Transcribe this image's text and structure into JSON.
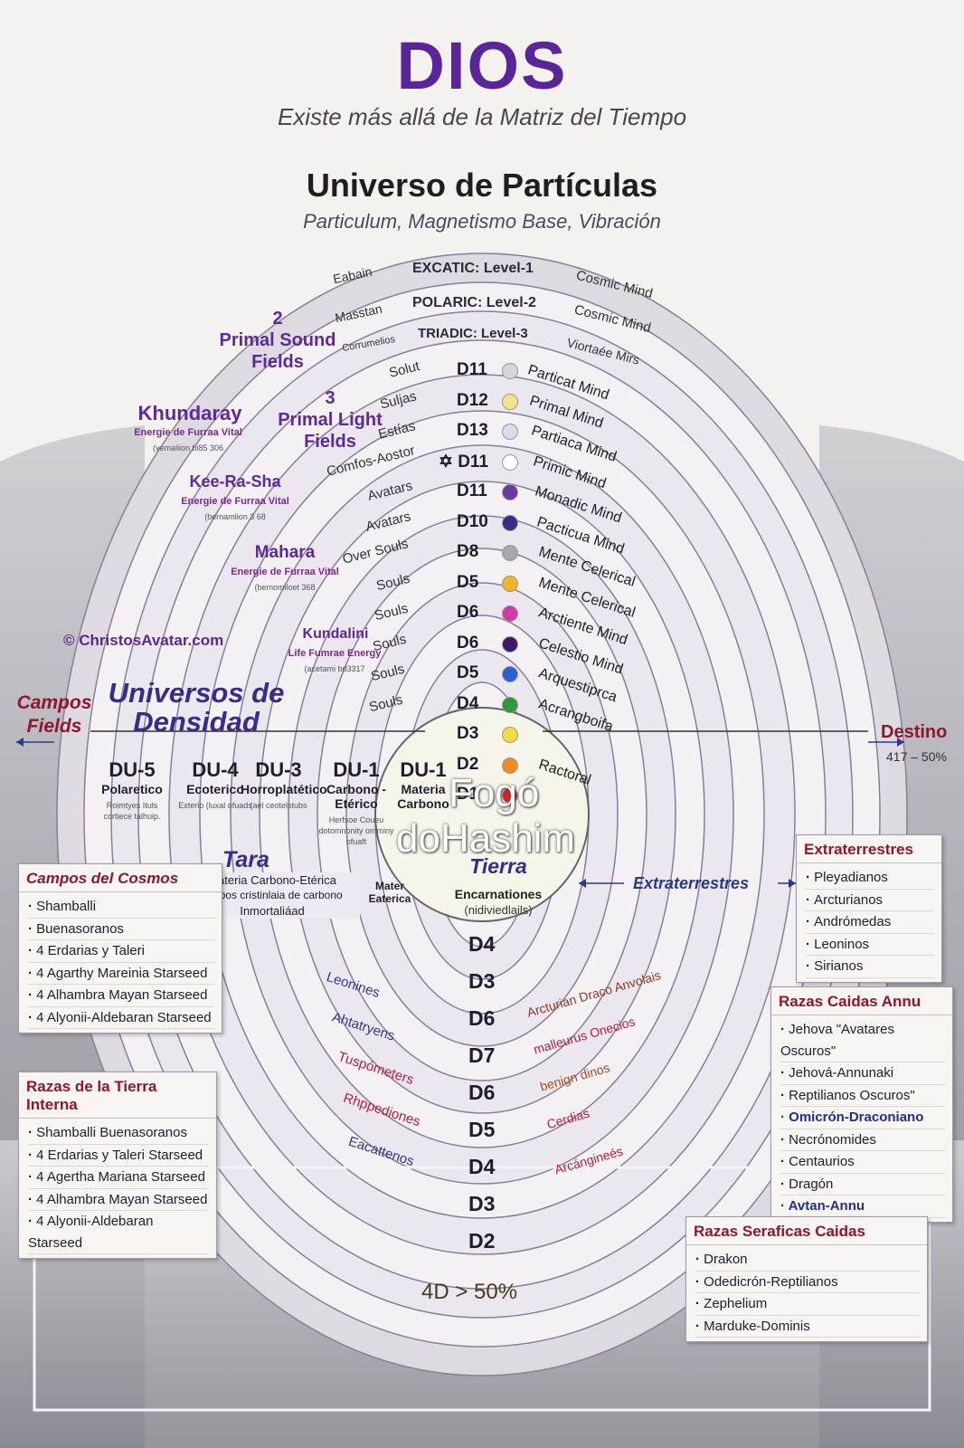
{
  "header": {
    "title": "DIOS",
    "subtitle": "Existe más allá de la Matriz del Tiempo",
    "universe_title": "Universo de Partículas",
    "universe_subtitle": "Particulum, Magnetismo Base, Vibración"
  },
  "levels": [
    {
      "label": "EXCATIC: Level-1",
      "left": "Eabain",
      "right": "Cosmic Mind"
    },
    {
      "label": "POLARIC: Level-2",
      "left": "Masstan",
      "right": "Cosmic Mind"
    },
    {
      "label": "TRIADIC: Level-3",
      "left": "Corrumelios",
      "right": "Viortaée Mirs"
    }
  ],
  "upper_rings": [
    {
      "d": "D11",
      "left": "Solut",
      "right": "Particat Mind",
      "color": "#d8d4dc"
    },
    {
      "d": "D12",
      "left": "Suljas",
      "right": "Primal Mind",
      "color": "#f3e48a"
    },
    {
      "d": "D13",
      "left": "Estías",
      "right": "Partiaca Mind",
      "color": "#d6dcec"
    },
    {
      "d": "✡ D11",
      "left": "Comfos-Aostor",
      "right": "Primic Mind",
      "color": "#ffffff"
    },
    {
      "d": "D11",
      "left": "Avatars",
      "right": "Monadic Mind",
      "color": "#6b3a9e"
    },
    {
      "d": "D10",
      "left": "Avatars",
      "right": "Pacticua Mind",
      "color": "#3e2a8c"
    },
    {
      "d": "D8",
      "left": "Over Souls",
      "right": "Mente Celerical",
      "color": "#a8a8ac"
    },
    {
      "d": "D5",
      "left": "Souls",
      "right": "Mente Celerical",
      "color": "#f2b429"
    },
    {
      "d": "D6",
      "left": "Souls",
      "right": "Arctiente Mind",
      "color": "#d03aa8"
    },
    {
      "d": "D6",
      "left": "Souls",
      "right": "Celestio Mind",
      "color": "#3a1a66"
    },
    {
      "d": "D5",
      "left": "Souls",
      "right": "Arquestiprca",
      "color": "#2e5fd0"
    },
    {
      "d": "D4",
      "left": "Souls",
      "right": "Acrangboifa",
      "color": "#2c9a3a"
    },
    {
      "d": "D3",
      "left": "",
      "right": "",
      "color": "#f4dc3c"
    },
    {
      "d": "D2",
      "left": "",
      "right": "Ractoral",
      "color": "#f08a22"
    },
    {
      "d": "D1",
      "left": "",
      "right": "",
      "color": "#d42020"
    }
  ],
  "lower_rings": [
    "D4",
    "D3",
    "D6",
    "D7",
    "D6",
    "D5",
    "D4",
    "D3",
    "D2"
  ],
  "lower_labels_left": [
    "Leonines",
    "Ahtatryens",
    "Tuspómeters",
    "Rhppediones",
    "Eacattenos"
  ],
  "lower_labels_right": [
    "Arcturian Draco Anvolais",
    "malleurus Onecios",
    "benign dinos",
    "Cerdias",
    "Arcángineés"
  ],
  "fields": {
    "primal_sound": {
      "num": "2",
      "name": "Primal Sound Fields"
    },
    "primal_light": {
      "num": "3",
      "name": "Primal Light Fields"
    },
    "khundaray": {
      "name": "Khundaray",
      "sub": "Energie de Furraa Vital",
      "tiny": "(vemaliion bi85 306"
    },
    "keerasha": {
      "name": "Kee-Ra-Sha",
      "sub": "Energie de Furraa Vital",
      "tiny": "(bernamlion 3 68"
    },
    "mahara": {
      "name": "Mahara",
      "sub": "Energie de Furraa Vital",
      "tiny": "(bemomiloet 368"
    },
    "kundalini": {
      "name": "Kundalini",
      "sub": "Life Fumrae Energy",
      "tiny": "(acetami bd3317"
    }
  },
  "watermark_site": "© ChristosAvatar.com",
  "left_side": {
    "campos": "Campos Fields",
    "universos": "Universos de Densidad"
  },
  "right_side": {
    "destino": "Destino",
    "pct": "417 – 50%"
  },
  "density": [
    {
      "code": "DU-5",
      "name": "Polaretico",
      "tiny": "Roimtyes Ituls cortiece talhuip."
    },
    {
      "code": "DU-4",
      "name": "Ecoterico",
      "tiny": "Exterio (luxal ofuads"
    },
    {
      "code": "DU-3",
      "name": "Horroplatético",
      "tiny": "(ael ceotelstubs"
    },
    {
      "code": "DU-1",
      "name": "Carbono -Etérico",
      "tiny": "Herfsoe Coueu dotomnbnity omminy ofuaft"
    },
    {
      "code": "DU-1",
      "name": "Materia Carbono",
      "tiny": ""
    }
  ],
  "tara": {
    "name": "Tara",
    "desc1": "Materia Carbono-Etérica",
    "desc2": "cuupos cristinlaia de carbono",
    "desc3": "Inmortaliáad"
  },
  "mater": "Mater Eaterica",
  "tierra": {
    "name": "Tierra",
    "line1": "Encarnationes",
    "line2": "(nidiviedlails)"
  },
  "extraterrestres_arrow": "Extraterrestres",
  "footer_center": "4D > 50%",
  "fogo": {
    "line1": "Fogó",
    "line2": "doHashim"
  },
  "boxes": {
    "campos_cosmos": {
      "title": "Campos del Cosmos",
      "items": [
        "Shamballi",
        "Buenasoranos",
        "4 Erdarias y Taleri",
        "4 Agarthy Mareinia Starseed",
        "4 Alhambra Mayan Starseed",
        "4 Alyonii-Aldebaran Starseed"
      ]
    },
    "tierra_interna": {
      "title": "Razas de la Tierra Interna",
      "items": [
        "Shamballi Buenasoranos",
        "4 Erdarias y Taleri Starseed",
        "4 Agertha Mariana Starseed",
        "4 Alhambra Mayan Starseed",
        "4 Alyonii-Aldebaran Starseed"
      ]
    },
    "extraterrestres": {
      "title": "Extraterrestres",
      "items": [
        "Pleyadianos",
        "Arcturianos",
        "Andrómedas",
        "Leoninos",
        "Sirianos"
      ]
    },
    "caidas_annu": {
      "title": "Razas Caidas Annu",
      "items": [
        "Jehova \"Avatares Oscuros\"",
        "Jehová-Annunaki",
        "Reptilianos Oscuros\"",
        "Omicrón-Draconiano",
        "Necrónomides",
        "Centaurios",
        "Dragón",
        "Avtan-Annu"
      ]
    },
    "seraficas": {
      "title": "Razas Seraficas Caidas",
      "items": [
        "Drakon",
        "Odedicrón-Reptilianos",
        "Zephelium",
        "Marduke-Dominis"
      ]
    }
  }
}
